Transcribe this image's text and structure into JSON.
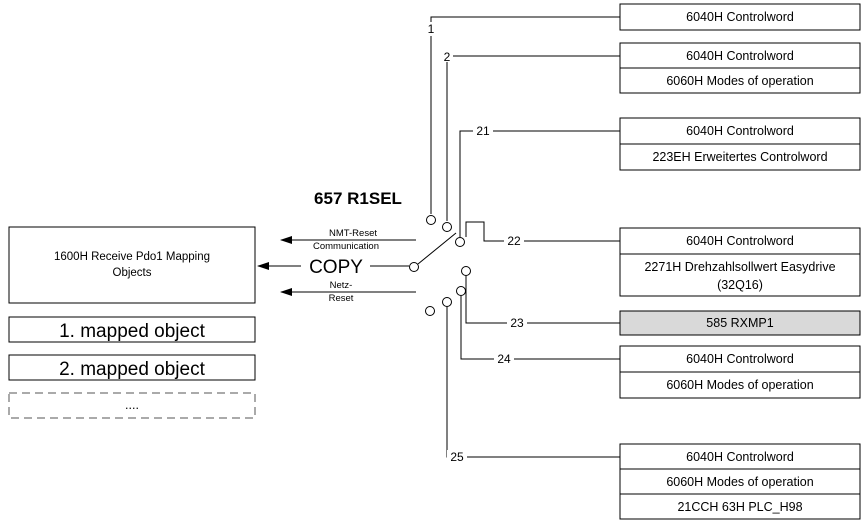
{
  "selector": {
    "title": "657 R1SEL",
    "copy_label": "COPY",
    "nmt_reset_label_line1": "NMT-Reset",
    "nmt_reset_label_line2": "Communication",
    "netz_reset_label_line1": "Netz-",
    "netz_reset_label_line2": "Reset"
  },
  "mapping_box": {
    "line1": "1600H Receive Pdo1 Mapping",
    "line2": "Objects"
  },
  "mapped_objects": [
    "1. mapped object",
    "2. mapped object",
    "...."
  ],
  "groups": [
    {
      "number": "1",
      "entries": [
        "6040H Controlword"
      ]
    },
    {
      "number": "2",
      "entries": [
        "6040H Controlword",
        "6060H Modes of operation"
      ]
    },
    {
      "number": "21",
      "entries": [
        "6040H Controlword",
        "223EH Erweitertes Controlword"
      ]
    },
    {
      "number": "22",
      "entries": [
        "6040H Controlword",
        "2271H Drehzahlsollwert Easydrive",
        "(32Q16)"
      ]
    },
    {
      "number": "23",
      "entries": [
        "585 RXMP1"
      ]
    },
    {
      "number": "24",
      "entries": [
        "6040H Controlword",
        "6060H Modes of operation"
      ]
    },
    {
      "number": "25",
      "entries": [
        "6040H Controlword",
        "6060H Modes of operation",
        "21CCH 63H PLC_H98"
      ]
    }
  ]
}
